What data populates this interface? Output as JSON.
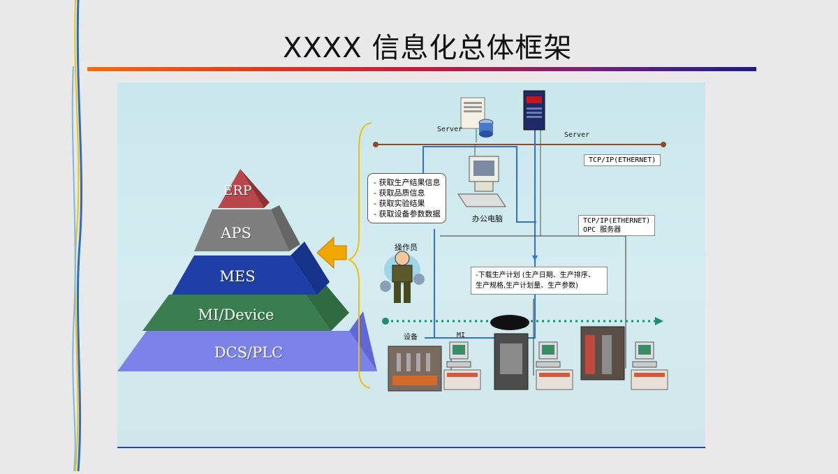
{
  "slide": {
    "title": "XXXX 信息化总体框架"
  },
  "pyramid": {
    "levels": [
      "ERP",
      "APS",
      "MES",
      "MI/Device",
      "DCS/PLC"
    ]
  },
  "network": {
    "server_left_label": "Server",
    "server_right_label": "Server",
    "tcpip_label": "TCP/IP(ETHERNET)",
    "opc_label_line1": "TCP/IP(ETHERNET)",
    "opc_label_line2": "OPC 服务器",
    "office_pc_label": "办公电脑",
    "operator_label": "操作员",
    "equipment_label": "设备",
    "mi_label": "MI"
  },
  "acquire_box": {
    "items": [
      "- 获取生产结果信息",
      "- 获取品质信息",
      "- 获取实验结果",
      "- 获取设备参数数据"
    ]
  },
  "download_box": {
    "line1": "-下载生产计划 (生产日期、生产排序、",
    "line2": "生产规格,生产计划量、生产参数)"
  },
  "colors": {
    "erp": "#b8464a",
    "aps": "#7f7f7f",
    "mes": "#1f3fa8",
    "mi": "#3a7d4e",
    "dcs": "#7b82e8",
    "dotted_line": "#1e8c7c",
    "server_bus": "#8b4a2a",
    "arrow": "#f0a800"
  }
}
